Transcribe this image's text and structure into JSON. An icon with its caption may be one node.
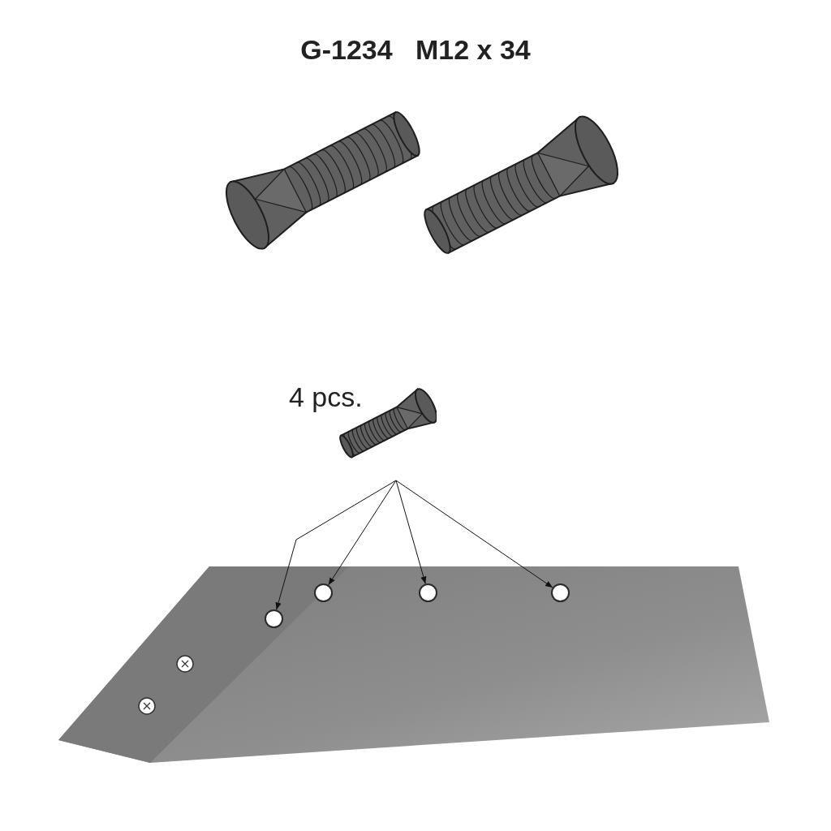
{
  "diagram": {
    "title": "G-1234   M12 x 34",
    "nodes": [
      {
        "text": [],
        "shape": "picture",
        "beside": [
          "4 pcs."
        ]
      },
      {
        "text": [],
        "shape": "circle"
      },
      {
        "text": [],
        "shape": "circle"
      },
      {
        "text": [],
        "shape": "circle"
      },
      {
        "text": [],
        "shape": "circle"
      }
    ],
    "edges": [
      {
        "from": 0,
        "to": 1,
        "arrow": "to"
      },
      {
        "from": 0,
        "to": 2,
        "arrow": "to"
      },
      {
        "from": 0,
        "to": 3,
        "arrow": "to"
      },
      {
        "from": 0,
        "to": 4,
        "arrow": "to"
      }
    ]
  }
}
